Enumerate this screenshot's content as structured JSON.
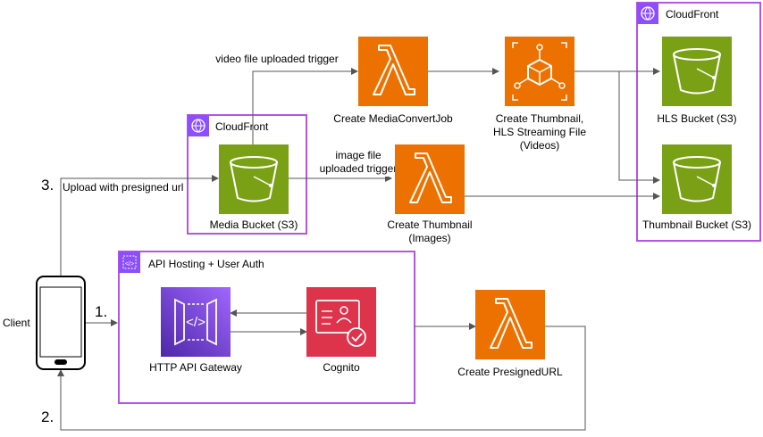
{
  "groups": {
    "cloudfront_media": {
      "label": "CloudFront"
    },
    "cloudfront_output": {
      "label": "CloudFront"
    },
    "api": {
      "label": "API Hosting + User Auth"
    }
  },
  "nodes": {
    "client": {
      "label": "Client"
    },
    "media_bucket": {
      "label": "Media Bucket (S3)"
    },
    "create_mediaconvert": {
      "label": "Create MediaConvertJob"
    },
    "mediaconvert": {
      "label_lines": [
        "Create Thumbnail,",
        "HLS Streaming File",
        "(Videos)"
      ]
    },
    "hls_bucket": {
      "label": "HLS Bucket (S3)"
    },
    "thumbnail_bucket": {
      "label": "Thumbnail Bucket (S3)"
    },
    "create_thumbnail": {
      "label_lines": [
        "Create Thumbnail",
        "(Images)"
      ]
    },
    "api_gateway": {
      "label": "HTTP API Gateway"
    },
    "cognito": {
      "label": "Cognito"
    },
    "create_presigned": {
      "label": "Create PresignedURL"
    }
  },
  "edges": {
    "video_trigger": "video file uploaded trigger",
    "image_trigger_lines": [
      "image file",
      "uploaded trigger"
    ],
    "upload_presigned": "Upload with presigned url"
  },
  "steps": {
    "step1": "1.",
    "step2": "2.",
    "step3": "3."
  },
  "colors": {
    "compute_orange": "#ED7100",
    "storage_green": "#7AA116",
    "network_purple": "#8C4FFF",
    "security_red": "#DD344C",
    "group_border": "#B455E8"
  }
}
